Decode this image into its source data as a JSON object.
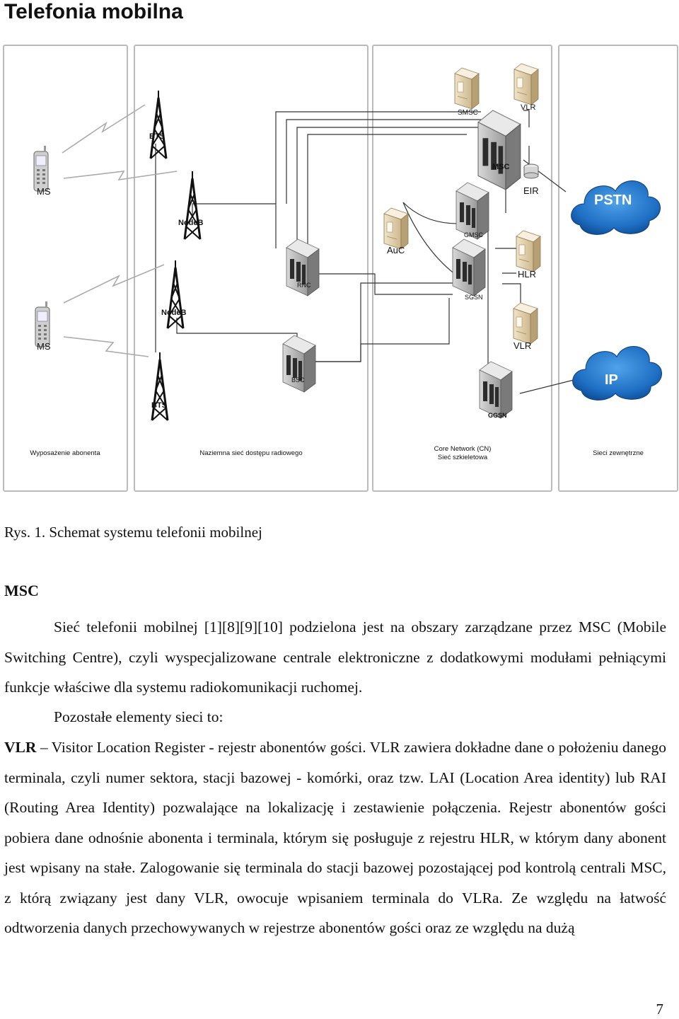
{
  "header": {
    "title": "Telefonia mobilna"
  },
  "diagram": {
    "nodes": {
      "ms_top": "MS",
      "ms_bottom": "MS",
      "bts_top": "BTS",
      "bts_bottom": "BTS",
      "nodeb_top": "NodeB",
      "nodeb_bottom": "NodeB",
      "rnc": "RNC",
      "bsc": "BSC",
      "auc": "AuC",
      "smsc": "SMSC",
      "vlr_top": "VLR",
      "msc": "MSC",
      "eir": "EIR",
      "gmsc": "GMSC",
      "hlr": "HLR",
      "sgsn": "SGSN",
      "vlr_bottom": "VLR",
      "ggsn": "GGSN",
      "pstn": "PSTN",
      "ip": "IP"
    },
    "columns": {
      "subscriber": "Wyposażenie abonenta",
      "radio_access": "Naziemna sieć dostępu radiowego",
      "core_line1": "Core Network (CN)",
      "core_line2": "Sieć szkieletowa",
      "external": "Sieci zewnętrzne"
    }
  },
  "caption": "Rys. 1. Schemat systemu telefonii mobilnej",
  "section": {
    "heading": "MSC",
    "p1": "Sieć telefonii mobilnej [1][8][9][10] podzielona jest na obszary zarządzane przez MSC (Mobile Switching Centre), czyli wyspecjalizowane centrale elektroniczne z dodatkowymi modułami pełniącymi funkcje właściwe dla systemu radiokomunikacji ruchomej.",
    "p2": "Pozostałe elementy sieci to:",
    "p3_term": "VLR",
    "p3_text": " – Visitor Location Register - rejestr abonentów gości. VLR zawiera dokładne dane o położeniu danego terminala, czyli numer sektora, stacji bazowej - komórki, oraz tzw. LAI (Location Area identity) lub RAI (Routing Area Identity) pozwalające na lokalizację i zestawienie połączenia. Rejestr abonentów gości pobiera dane odnośnie abonenta i terminala, którym się posługuje z rejestru HLR, w którym dany abonent jest wpisany na stałe. Zalogowanie się terminala do stacji bazowej pozostającej pod kontrolą centrali MSC, z którą związany jest dany VLR, owocuje wpisaniem terminala do VLRa. Ze względu na łatwość odtworzenia danych przechowywanych w rejestrze abonentów gości oraz ze względu na dużą"
  },
  "footer": {
    "page_number": "7"
  }
}
